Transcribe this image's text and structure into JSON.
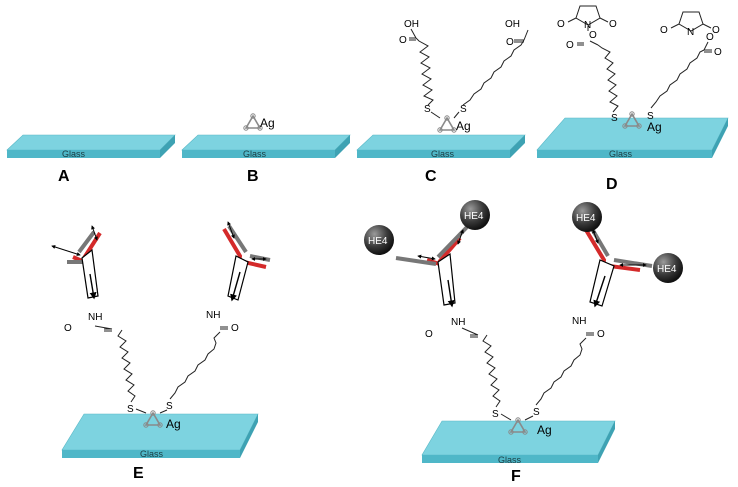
{
  "panels": {
    "A": {
      "label": "A",
      "glass": "Glass"
    },
    "B": {
      "label": "B",
      "glass": "Glass",
      "metal": "Ag"
    },
    "C": {
      "label": "C",
      "glass": "Glass",
      "metal": "Ag",
      "sulfur": "S",
      "hydroxyl": "OH",
      "oxygen": "O"
    },
    "D": {
      "label": "D",
      "glass": "Glass",
      "metal": "Ag",
      "sulfur": "S",
      "oxygen": "O",
      "nitrogen": "N"
    },
    "E": {
      "label": "E",
      "glass": "Glass",
      "metal": "Ag",
      "sulfur": "S",
      "oxygen": "O",
      "amine": "NH"
    },
    "F": {
      "label": "F",
      "glass": "Glass",
      "metal": "Ag",
      "sulfur": "S",
      "oxygen": "O",
      "amine": "NH",
      "antigen": "HE4"
    }
  },
  "colors": {
    "glass_top": "#7dd3e0",
    "glass_side": "#4fb7c8",
    "antibody_heavy": "#d42a2a",
    "antibody_light": "#777777",
    "cluster": "#8a8a8a",
    "antigen": "#444444"
  }
}
